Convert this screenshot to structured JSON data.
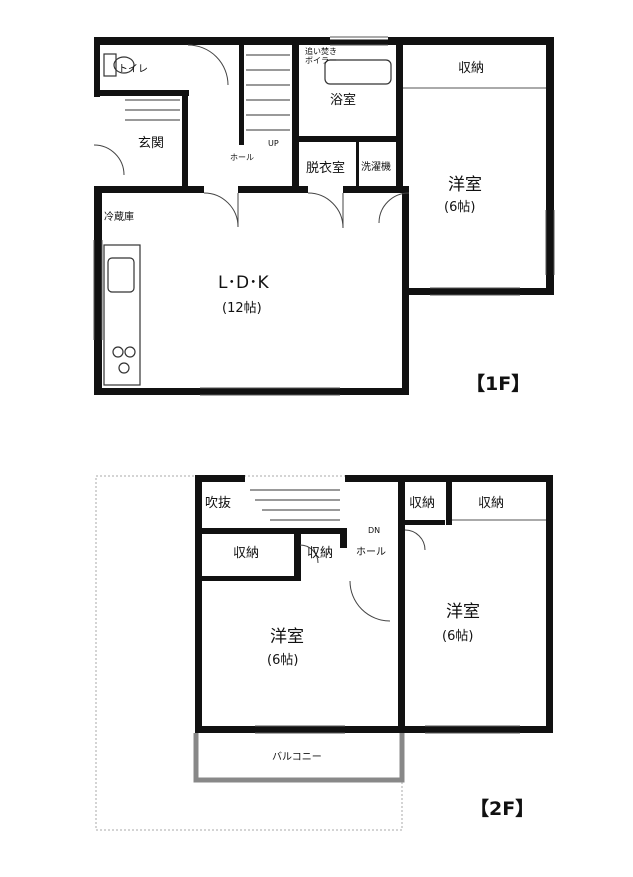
{
  "floor1": {
    "floor_label": "【1F】",
    "rooms": {
      "toilet": "トイレ",
      "entrance": "玄関",
      "hall": "ホール",
      "stairs_up": "UP",
      "reheat_boiler_1": "追い焚き",
      "reheat_boiler_2": "ボイラー",
      "bath": "浴室",
      "dressing": "脱衣室",
      "washer": "洗濯機",
      "storage": "収納",
      "western_room": "洋室",
      "western_room_size": "(6帖)",
      "fridge": "冷蔵庫",
      "ldk": "L･D･K",
      "ldk_size": "(12帖)"
    }
  },
  "floor2": {
    "floor_label": "【2F】",
    "rooms": {
      "void": "吹抜",
      "storage_a": "収納",
      "storage_b": "収納",
      "storage_c": "収納",
      "storage_d": "収納",
      "hall": "ホール",
      "stairs_down": "DN",
      "western_room_left": "洋室",
      "western_room_left_size": "(6帖)",
      "western_room_right": "洋室",
      "western_room_right_size": "(6帖)",
      "balcony": "バルコニー"
    }
  },
  "colors": {
    "wall": "#111111",
    "thin_line": "#555555",
    "balcony_wall": "#888888",
    "dash": "#aaaaaa",
    "background": "#ffffff"
  }
}
